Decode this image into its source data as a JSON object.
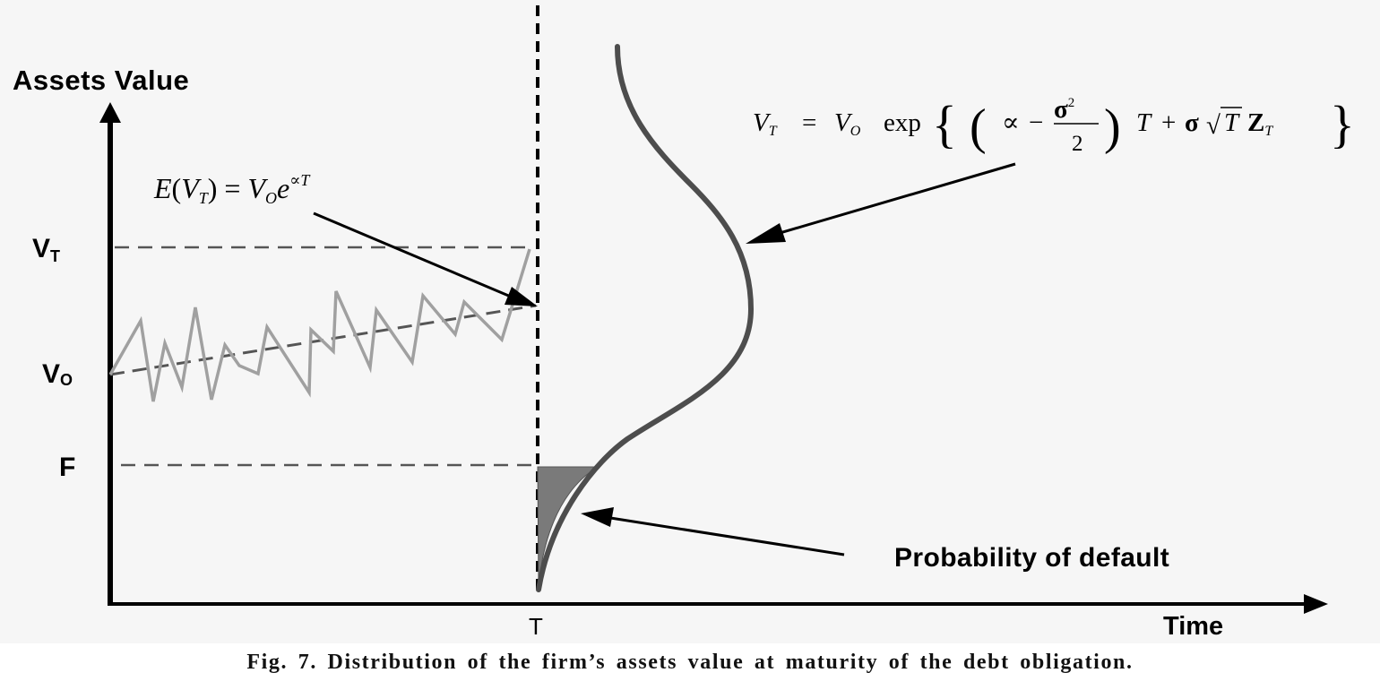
{
  "labels": {
    "y_axis_title": "Assets Value",
    "x_axis_title": "Time",
    "v_t": "V",
    "v_t_sub": "T",
    "v_o": "V",
    "v_o_sub": "O",
    "f": "F",
    "t_tick": "T",
    "probability_of_default": "Probability of default"
  },
  "formulas": {
    "expected_value": {
      "lhs_E": "E",
      "lhs_open": "(",
      "lhs_V": "V",
      "lhs_sub": "T",
      "lhs_close": ")",
      "eq": " = ",
      "rhs_V": "V",
      "rhs_sub": "O",
      "rhs_e": "e",
      "rhs_exp": "∝T"
    },
    "distribution": {
      "V": "V",
      "V_sub": "T",
      "eq": "=",
      "V0": "V",
      "V0_sub": "O",
      "exp": "exp",
      "left_brace": "{",
      "left_paren": "(",
      "prop": "∝",
      "minus": "−",
      "sigma_num": "σ",
      "sigma_num_sup": "2",
      "den": "2",
      "right_paren": ")",
      "T": "T",
      "plus": "+",
      "sigma": "σ",
      "sqrt": "√",
      "T2": "T",
      "Z": "Z",
      "Z_sub": "T",
      "right_brace": "}"
    }
  },
  "caption": "Fig.  7. Distribution of the firm’s assets value at maturity of the debt obligation.",
  "colors": {
    "background": "#f6f6f6",
    "axis": "#000000",
    "dashed_guides": "#555555",
    "random_walk": "#a0a0a0",
    "trend_line": "#555555",
    "distribution_curve": "#4d4d4d",
    "default_area": "#7a7a7a"
  }
}
